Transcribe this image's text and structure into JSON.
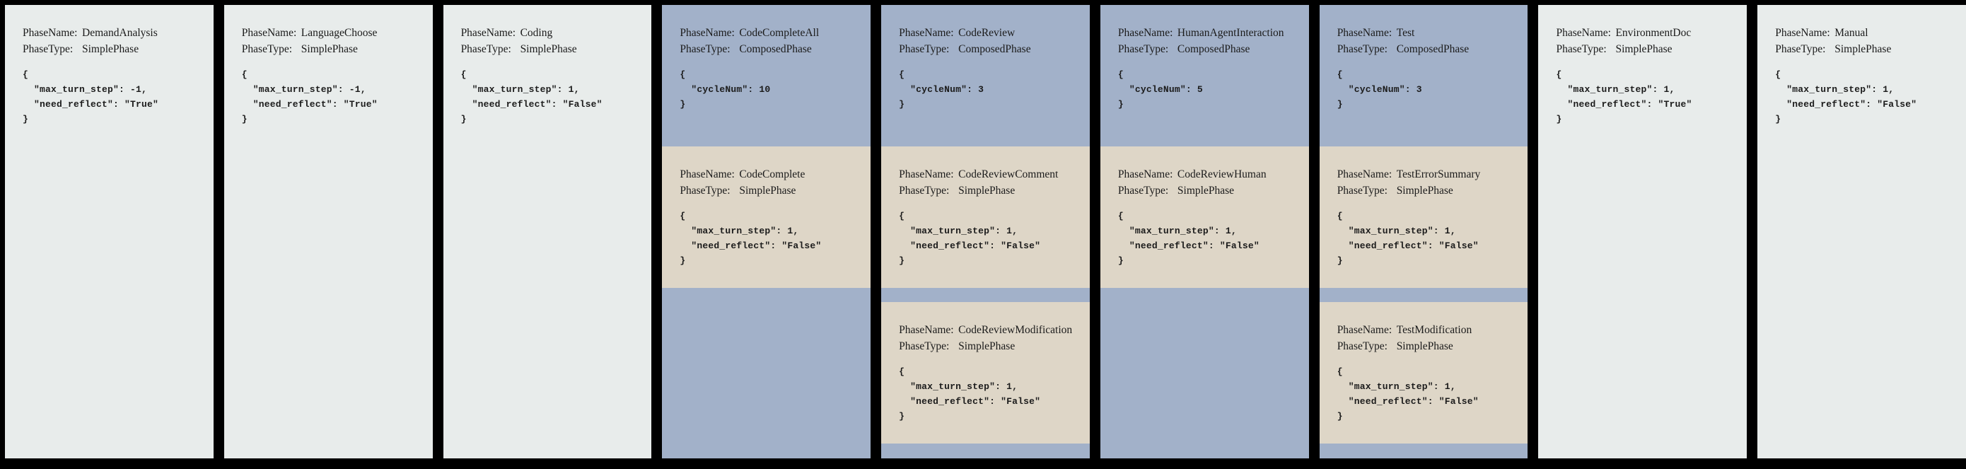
{
  "figure": {
    "labels": {
      "phase_name": "PhaseName:",
      "phase_type": "PhaseType:"
    },
    "colors": {
      "canvas_bg": "#000000",
      "simple_phase_bg": "#e8eceb",
      "composed_phase_bg": "#a2b1c9",
      "subphase_bg": "#ded6c7",
      "text": "#1b1b1b"
    },
    "phases": [
      {
        "name": "DemandAnalysis",
        "type": "SimplePhase",
        "kind": "simple",
        "config": [
          "{",
          "  \"max_turn_step\": -1,",
          "  \"need_reflect\": \"True\"",
          "}"
        ],
        "subphases": []
      },
      {
        "name": "LanguageChoose",
        "type": "SimplePhase",
        "kind": "simple",
        "config": [
          "{",
          "  \"max_turn_step\": -1,",
          "  \"need_reflect\": \"True\"",
          "}"
        ],
        "subphases": []
      },
      {
        "name": "Coding",
        "type": "SimplePhase",
        "kind": "simple",
        "config": [
          "{",
          "  \"max_turn_step\": 1,",
          "  \"need_reflect\": \"False\"",
          "}"
        ],
        "subphases": []
      },
      {
        "name": "CodeCompleteAll",
        "type": "ComposedPhase",
        "kind": "composed",
        "config": [
          "{",
          "  \"cycleNum\": 10",
          "}"
        ],
        "subphases": [
          {
            "name": "CodeComplete",
            "type": "SimplePhase",
            "config": [
              "{",
              "  \"max_turn_step\": 1,",
              "  \"need_reflect\": \"False\"",
              "}"
            ]
          }
        ]
      },
      {
        "name": "CodeReview",
        "type": "ComposedPhase",
        "kind": "composed",
        "config": [
          "{",
          "  \"cycleNum\": 3",
          "}"
        ],
        "subphases": [
          {
            "name": "CodeReviewComment",
            "type": "SimplePhase",
            "config": [
              "{",
              "  \"max_turn_step\": 1,",
              "  \"need_reflect\": \"False\"",
              "}"
            ]
          },
          {
            "name": "CodeReviewModification",
            "type": "SimplePhase",
            "config": [
              "{",
              "  \"max_turn_step\": 1,",
              "  \"need_reflect\": \"False\"",
              "}"
            ]
          }
        ]
      },
      {
        "name": "HumanAgentInteraction",
        "type": "ComposedPhase",
        "kind": "composed",
        "config": [
          "{",
          "  \"cycleNum\": 5",
          "}"
        ],
        "subphases": [
          {
            "name": "CodeReviewHuman",
            "type": "SimplePhase",
            "config": [
              "{",
              "  \"max_turn_step\": 1,",
              "  \"need_reflect\": \"False\"",
              "}"
            ]
          }
        ]
      },
      {
        "name": "Test",
        "type": "ComposedPhase",
        "kind": "composed",
        "config": [
          "{",
          "  \"cycleNum\": 3",
          "}"
        ],
        "subphases": [
          {
            "name": "TestErrorSummary",
            "type": "SimplePhase",
            "config": [
              "{",
              "  \"max_turn_step\": 1,",
              "  \"need_reflect\": \"False\"",
              "}"
            ]
          },
          {
            "name": "TestModification",
            "type": "SimplePhase",
            "config": [
              "{",
              "  \"max_turn_step\": 1,",
              "  \"need_reflect\": \"False\"",
              "}"
            ]
          }
        ]
      },
      {
        "name": "EnvironmentDoc",
        "type": "SimplePhase",
        "kind": "simple",
        "config": [
          "{",
          "  \"max_turn_step\": 1,",
          "  \"need_reflect\": \"True\"",
          "}"
        ],
        "subphases": []
      },
      {
        "name": "Manual",
        "type": "SimplePhase",
        "kind": "simple",
        "config": [
          "{",
          "  \"max_turn_step\": 1,",
          "  \"need_reflect\": \"False\"",
          "}"
        ],
        "subphases": []
      }
    ]
  }
}
